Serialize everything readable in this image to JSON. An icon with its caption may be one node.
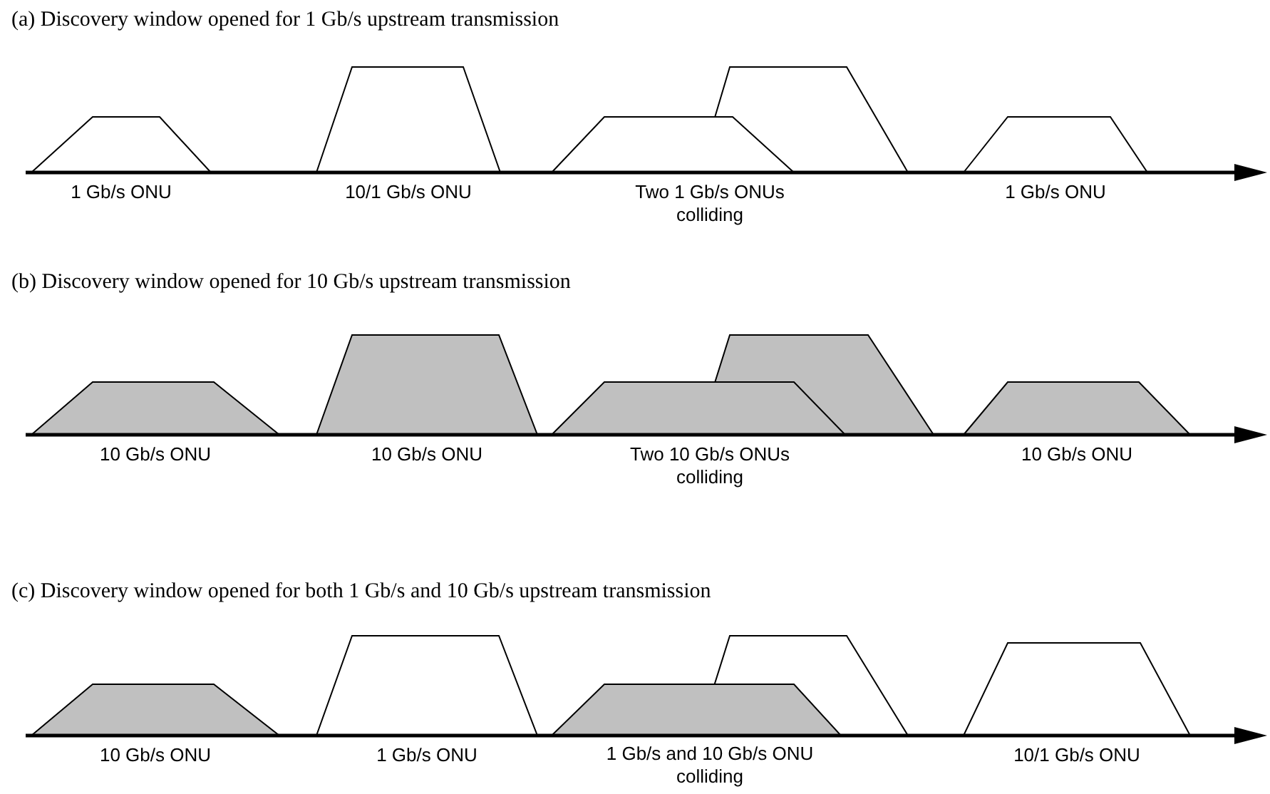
{
  "diagram": {
    "nodes": [
      {
        "text": [
          "1 Gb/s ONU"
        ]
      },
      {
        "text": [
          "10/1 Gb/s ONU"
        ]
      },
      {
        "text": [],
        "shape": "trapezoid"
      },
      {
        "text": [],
        "shape": "trapezoid"
      },
      {
        "text": [
          "1 Gb/s ONU"
        ]
      },
      {
        "text": [
          "10 Gb/s ONU"
        ]
      },
      {
        "text": [
          "10 Gb/s ONU"
        ]
      },
      {
        "text": [],
        "shape": "trapezoid"
      },
      {
        "text": [],
        "shape": "trapezoid"
      },
      {
        "text": [
          "10 Gb/s ONU"
        ]
      },
      {
        "text": [
          "10 Gb/s ONU"
        ]
      },
      {
        "text": [
          "1 Gb/s ONU"
        ]
      },
      {
        "text": [],
        "shape": "trapezoid"
      },
      {
        "text": [],
        "shape": "trapezoid"
      },
      {
        "text": [
          "10/1 Gb/s ONU"
        ]
      }
    ],
    "edges": [],
    "labels": [
      "(a) Discovery window opened for 1 Gb/s upstream transmission",
      "Two 1 Gb/s ONUs colliding",
      "(b) Discovery window opened for 10 Gb/s upstream transmission",
      "Two 10 Gb/s ONUs colliding",
      "(c) Discovery window opened for both 1 Gb/s and 10 Gb/s upstream transmission",
      "1 Gb/s and 10 Gb/s ONU colliding"
    ]
  }
}
